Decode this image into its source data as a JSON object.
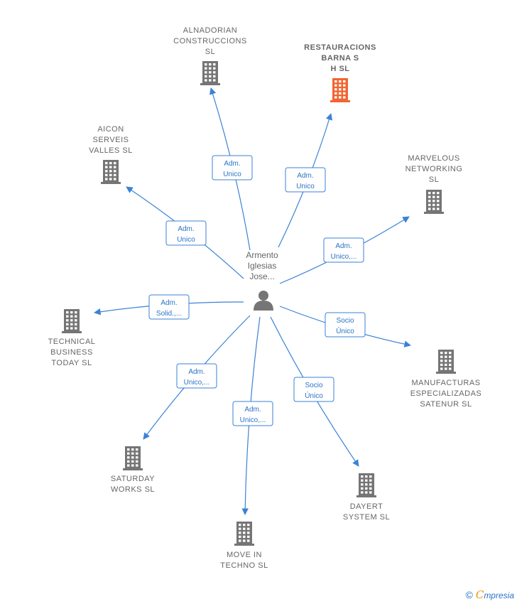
{
  "center": {
    "label_lines": [
      "Armento",
      "Iglesias",
      "Jose..."
    ],
    "icon": "person-icon"
  },
  "companies": [
    {
      "id": "alnadorian",
      "lines": [
        "ALNADORIAN",
        "CONSTRUCCIONS",
        "SL"
      ],
      "highlight": false,
      "role": [
        "Adm.",
        "Unico"
      ]
    },
    {
      "id": "restauracions",
      "lines": [
        "RESTAURACIONS",
        "BARNA S",
        "H  SL"
      ],
      "highlight": true,
      "role": [
        "Adm.",
        "Unico"
      ]
    },
    {
      "id": "aicon",
      "lines": [
        "AICON",
        "SERVEIS",
        "VALLES  SL"
      ],
      "highlight": false,
      "role": [
        "Adm.",
        "Unico"
      ]
    },
    {
      "id": "marvelous",
      "lines": [
        "MARVELOUS",
        "NETWORKING",
        "SL"
      ],
      "highlight": false,
      "role": [
        "Adm.",
        "Unico,..."
      ]
    },
    {
      "id": "technical",
      "lines": [
        "TECHNICAL",
        "BUSINESS",
        "TODAY  SL"
      ],
      "highlight": false,
      "role": [
        "Adm.",
        "Solid.,..."
      ]
    },
    {
      "id": "manufacturas",
      "lines": [
        "MANUFACTURAS",
        "ESPECIALIZADAS",
        "SATENUR  SL"
      ],
      "highlight": false,
      "role": [
        "Socio",
        "Único"
      ]
    },
    {
      "id": "saturday",
      "lines": [
        "SATURDAY",
        "WORKS  SL"
      ],
      "highlight": false,
      "role": [
        "Adm.",
        "Unico,..."
      ]
    },
    {
      "id": "dayert",
      "lines": [
        "DAYERT",
        "SYSTEM  SL"
      ],
      "highlight": false,
      "role": [
        "Socio",
        "Único"
      ]
    },
    {
      "id": "movein",
      "lines": [
        "MOVE IN",
        "TECHNO  SL"
      ],
      "highlight": false,
      "role": [
        "Adm.",
        "Unico,..."
      ]
    }
  ],
  "colors": {
    "edge": "#3b82d6",
    "building": "#757575",
    "building_highlight": "#f26532",
    "person": "#757575"
  },
  "footer": {
    "copyright": "©",
    "brand_first": "C",
    "brand_rest": "mpresia"
  }
}
